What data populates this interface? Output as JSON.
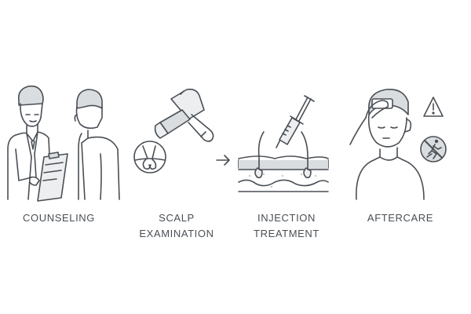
{
  "steps": [
    {
      "line1": "COUNSELING",
      "line2": ""
    },
    {
      "line1": "SCALP",
      "line2": "EXAMINATION"
    },
    {
      "line1": "INJECTION",
      "line2": "TREATMENT"
    },
    {
      "line1": "AFTERCARE",
      "line2": ""
    }
  ],
  "icons": [
    "doctor-patient-icon",
    "dermatoscope-icon",
    "arrow-right-icon",
    "syringe-scalp-icon",
    "patient-bandage-icon",
    "warning-icon",
    "no-exercise-icon"
  ],
  "colors": {
    "line": "#4a4f55",
    "fill": "#d9dde0",
    "fill_light": "#eceef0",
    "background": "#ffffff"
  }
}
